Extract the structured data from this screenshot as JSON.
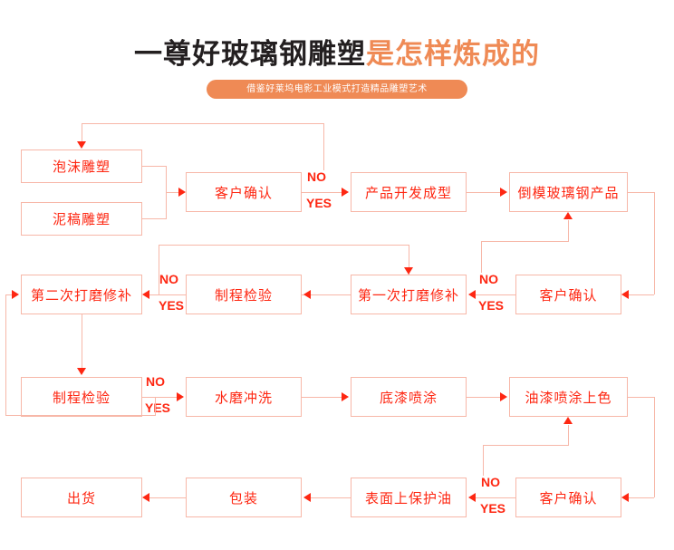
{
  "header": {
    "title_dark": "一尊好玻璃钢雕塑",
    "title_accent": "是怎样炼成的",
    "subtitle": "借鉴好莱坞电影工业模式打造精品雕塑艺术",
    "accent_color": "#ef8a55",
    "title_color": "#231f20"
  },
  "flowchart": {
    "node_text_color": "#fe2712",
    "node_border_color": "#f7b7a8",
    "nodes": [
      {
        "id": "foam-sculpture",
        "label": "泡沫雕塑"
      },
      {
        "id": "clay-draft-sculpture",
        "label": "泥稿雕塑"
      },
      {
        "id": "customer-confirm-1",
        "label": "客户确认"
      },
      {
        "id": "product-development",
        "label": "产品开发成型"
      },
      {
        "id": "mold-frp-product",
        "label": "倒模玻璃钢产品"
      },
      {
        "id": "second-polish-repair",
        "label": "第二次打磨修补"
      },
      {
        "id": "process-inspection-1",
        "label": "制程检验"
      },
      {
        "id": "first-polish-repair",
        "label": "第一次打磨修补"
      },
      {
        "id": "customer-confirm-2",
        "label": "客户确认"
      },
      {
        "id": "process-inspection-2",
        "label": "制程检验"
      },
      {
        "id": "water-grind-rinse",
        "label": "水磨冲洗"
      },
      {
        "id": "primer-spray",
        "label": "底漆喷涂"
      },
      {
        "id": "paint-spray-color",
        "label": "油漆喷涂上色"
      },
      {
        "id": "shipment",
        "label": "出货"
      },
      {
        "id": "packaging",
        "label": "包装"
      },
      {
        "id": "surface-protect-oil",
        "label": "表面上保护油"
      },
      {
        "id": "customer-confirm-3",
        "label": "客户确认"
      }
    ],
    "decisions": [
      {
        "id": "decision-1",
        "no": "NO",
        "yes": "YES"
      },
      {
        "id": "decision-2",
        "no": "NO",
        "yes": "YES"
      },
      {
        "id": "decision-3",
        "no": "NO",
        "yes": "YES"
      },
      {
        "id": "decision-4",
        "no": "NO",
        "yes": "YES"
      },
      {
        "id": "decision-5",
        "no": "NO",
        "yes": "YES"
      }
    ]
  }
}
